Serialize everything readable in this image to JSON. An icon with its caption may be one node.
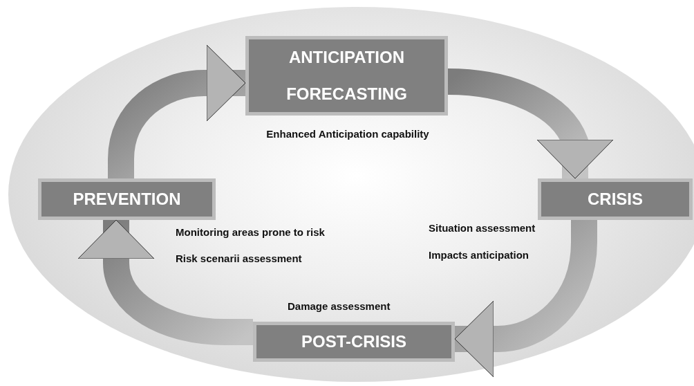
{
  "diagram": {
    "nodes": [
      {
        "text": [
          "ANTICIPATION FORECASTING"
        ],
        "beside": [
          "Enhanced Anticipation capability"
        ]
      },
      {
        "text": [
          "CRISIS"
        ],
        "beside": [
          "Situation assessment",
          "Impacts anticipation"
        ]
      },
      {
        "text": [
          "POST-CRISIS"
        ],
        "beside": [
          "Damage assessment"
        ]
      },
      {
        "text": [
          "PREVENTION"
        ],
        "beside": [
          "Monitoring areas prone to risk",
          "Risk scenarii assessment"
        ]
      }
    ],
    "edges": [
      {
        "from": 3,
        "to": 0,
        "arrow": "to"
      },
      {
        "from": 0,
        "to": 1,
        "arrow": "to"
      },
      {
        "from": 1,
        "to": 2,
        "arrow": "to"
      },
      {
        "from": 2,
        "to": 3,
        "arrow": "to"
      }
    ]
  }
}
